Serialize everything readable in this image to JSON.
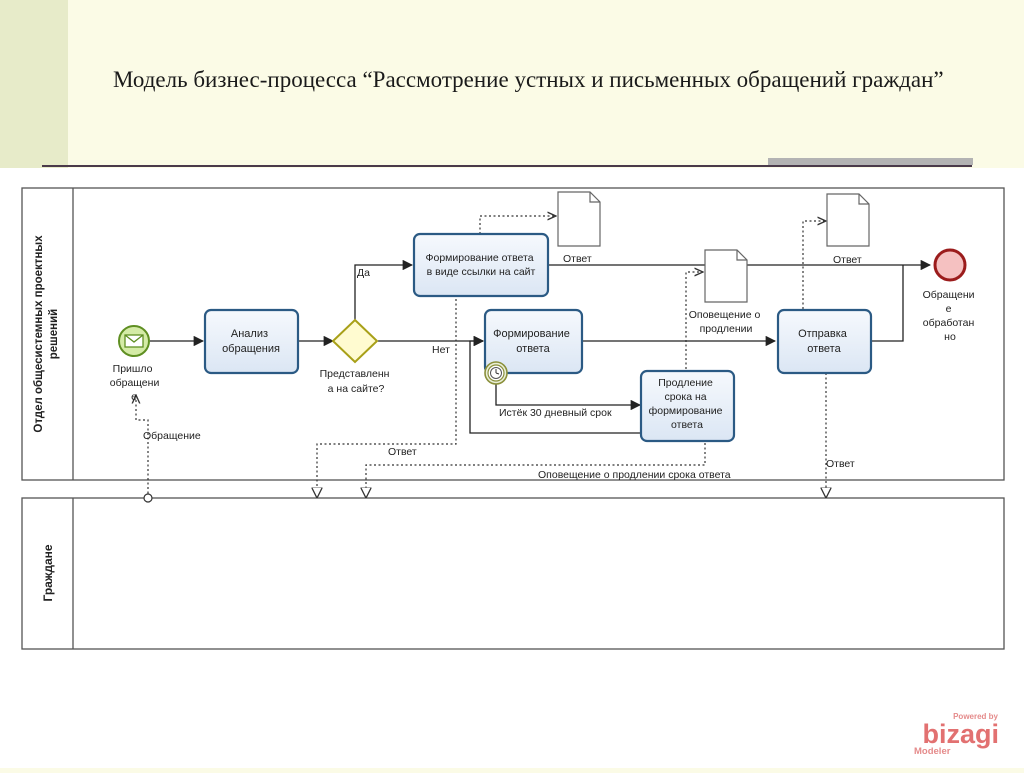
{
  "slide": {
    "title": "Модель бизнес-процесса “Рассмотрение устных и письменных обращений граждан”"
  },
  "pool": {
    "lanes": [
      {
        "label_line1": "Отдел общесистемных проектных",
        "label_line2": "решений"
      },
      {
        "label_line1": "Граждане"
      }
    ]
  },
  "events": {
    "start": {
      "lines": [
        "Пришло",
        "обращени",
        "е"
      ],
      "icon": "envelope-icon"
    },
    "end": {
      "lines": [
        "Обращени",
        "е",
        "обработан",
        "но"
      ]
    },
    "timer": {
      "icon": "clock-icon",
      "label": "Истёк  30 дневный срок"
    }
  },
  "tasks": {
    "analysis": {
      "lines": [
        "Анализ",
        "обращения"
      ]
    },
    "link_answer": {
      "lines": [
        "Формирование ответа",
        "в виде ссылки на сайт"
      ]
    },
    "form_answer": {
      "lines": [
        "Формирование",
        "ответа"
      ]
    },
    "extend": {
      "lines": [
        "Продление",
        "срока на",
        "формирование",
        "ответа"
      ]
    },
    "send": {
      "lines": [
        "Отправка",
        "ответа"
      ]
    }
  },
  "gateway": {
    "lines": [
      "Представленн",
      "а на сайте?"
    ],
    "yes": "Да",
    "no": "Нет"
  },
  "artifacts": {
    "doc_answer1": "Ответ",
    "doc_notice": [
      "Оповещение о",
      "продлении"
    ],
    "doc_answer2": "Ответ"
  },
  "messages": {
    "appeal": "Обращение",
    "answer_lane": "Ответ",
    "notice_lane": "Оповещение о продлении срока ответа",
    "answer_send": "Ответ"
  },
  "branding": {
    "powered": "Powered by",
    "logo": "bizagi",
    "product": "Modeler"
  },
  "colors": {
    "task_fill": "#e3ecf8",
    "task_stroke": "#2b5a84",
    "start_fill": "#c5e08a",
    "start_stroke": "#5f8f22",
    "end_fill": "#f2b6b6",
    "end_stroke": "#9b1c1c",
    "gateway_fill": "#fffbd0",
    "gateway_stroke": "#a8a018",
    "logo": "#d32f2f"
  }
}
